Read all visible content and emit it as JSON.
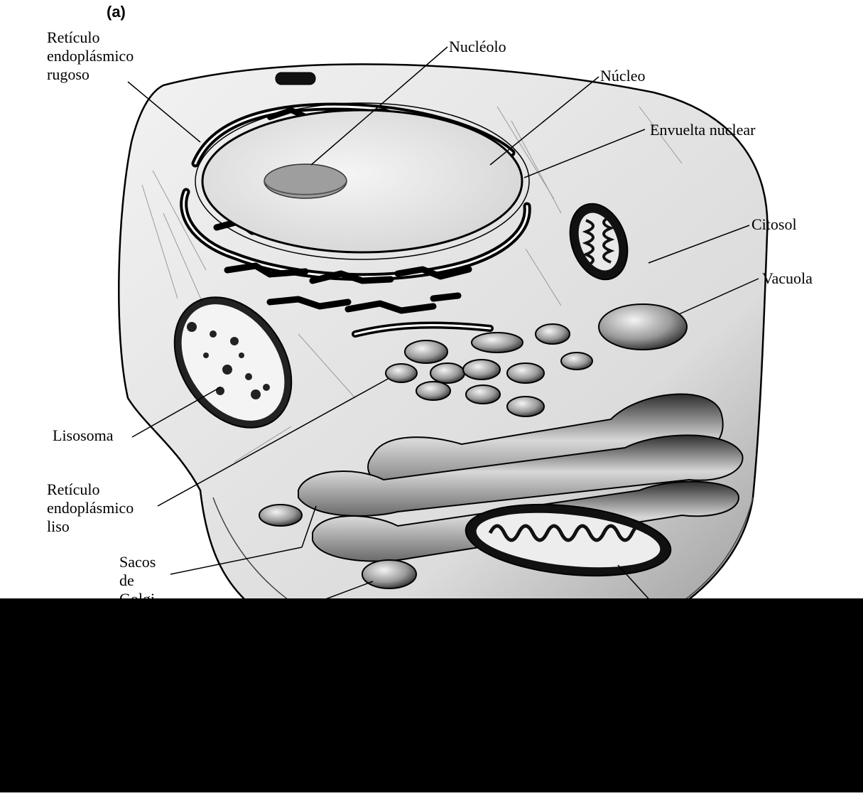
{
  "figure": {
    "panel": "(a)",
    "labels": {
      "rer": [
        "Retículo",
        "endoplásmico",
        "rugoso"
      ],
      "nucleolus": "Nucléolo",
      "nucleus": "Núcleo",
      "nuclear_envelope": "Envuelta nuclear",
      "cytosol": "Citosol",
      "vacuole": "Vacuola",
      "lysosome": "Lisosoma",
      "ser": [
        "Retículo",
        "endoplásmico",
        "liso"
      ],
      "golgi": [
        "Sacos",
        "de",
        "Golgi"
      ]
    }
  },
  "colors": {
    "ink": "#000000",
    "background": "#ffffff",
    "cell_fill": "#e9e9e9",
    "occluder": "#000000"
  }
}
